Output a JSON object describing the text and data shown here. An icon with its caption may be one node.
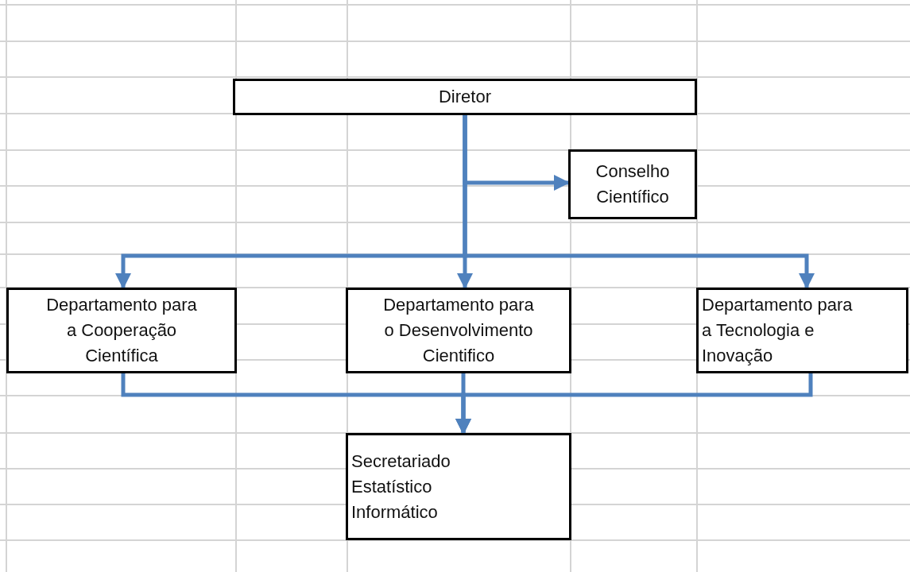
{
  "diagram": {
    "nodes": [
      {
        "text": [
          "Diretor"
        ]
      },
      {
        "text": [
          "Conselho Científico"
        ]
      },
      {
        "text": [
          "Departamento para a Cooperação Científica"
        ]
      },
      {
        "text": [
          "Departamento para o Desenvolvimento Cientifico"
        ]
      },
      {
        "text": [
          "Departamento para a Tecnologia e Inovação"
        ]
      },
      {
        "text": [
          "Secretariado Estatístico Informático"
        ]
      }
    ],
    "edges": [
      {
        "from": 0,
        "to": 1,
        "arrow": "to"
      },
      {
        "from": 0,
        "to": 2,
        "arrow": "to"
      },
      {
        "from": 0,
        "to": 3,
        "arrow": "to"
      },
      {
        "from": 0,
        "to": 4,
        "arrow": "to"
      },
      {
        "from": 2,
        "to": 5,
        "arrow": "to"
      },
      {
        "from": 3,
        "to": 5,
        "arrow": "to"
      },
      {
        "from": 4,
        "to": 5,
        "arrow": "to"
      }
    ]
  }
}
